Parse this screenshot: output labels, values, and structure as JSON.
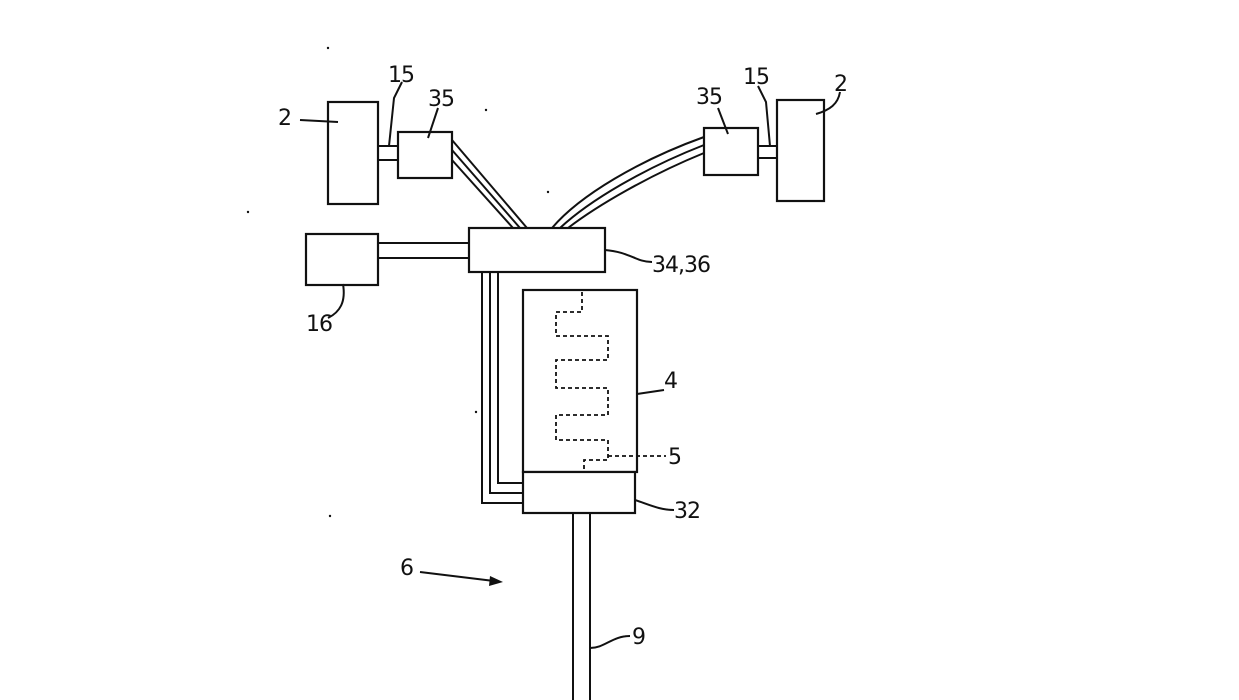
{
  "labels": {
    "left_unit_2": "2",
    "left_coupling_15": "15",
    "left_unit_35": "35",
    "right_unit_35": "35",
    "right_coupling_15": "15",
    "right_unit_2": "2",
    "distributor": "34,36",
    "unit_16": "16",
    "tank_4": "4",
    "heater_5": "5",
    "base_32": "32",
    "arrow_6": "6",
    "pipe_9": "9"
  }
}
